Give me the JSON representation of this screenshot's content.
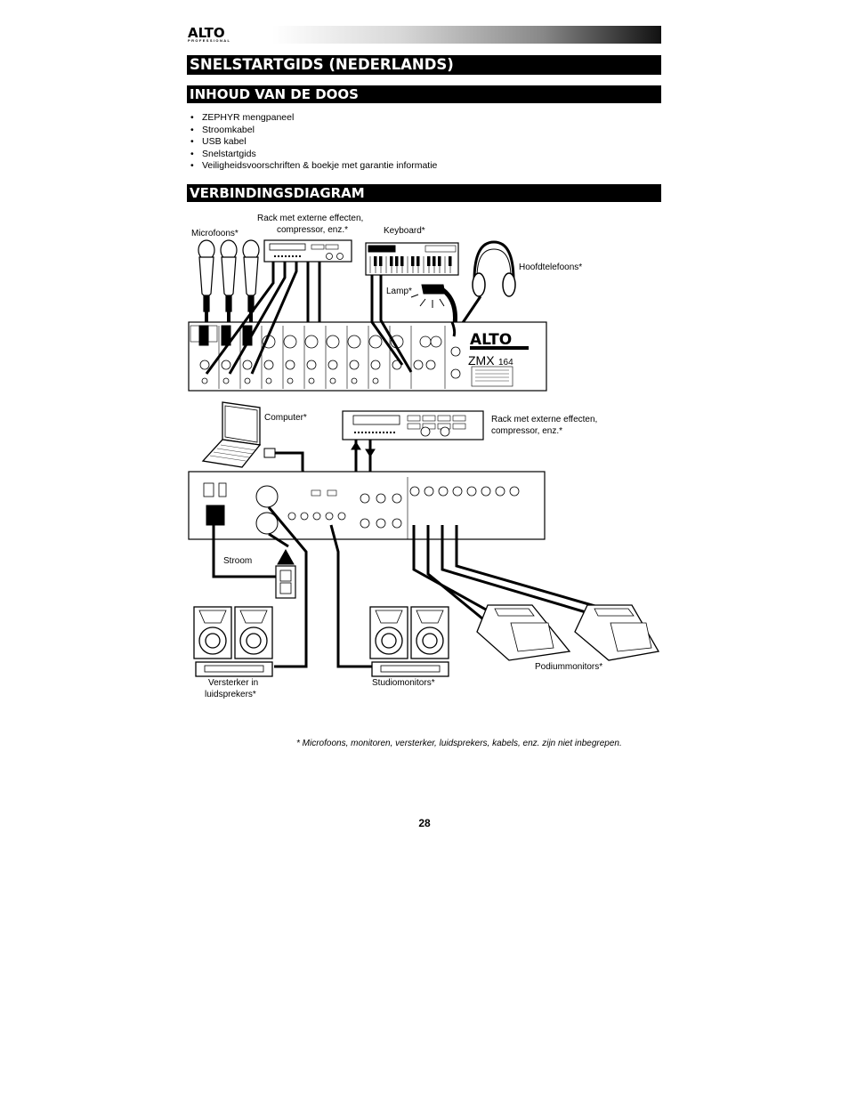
{
  "header": {
    "logo_text": "ALTO",
    "logo_sub": "PROFESSIONAL"
  },
  "sections": {
    "title": "SNELSTARTGIDS (NEDERLANDS)",
    "contents_heading": "INHOUD VAN DE DOOS",
    "diagram_heading": "VERBINDINGSDIAGRAM"
  },
  "box_contents": [
    "ZEPHYR mengpaneel",
    "Stroomkabel",
    "USB kabel",
    "Snelstartgids",
    "Veiligheidsvoorschriften & boekje met garantie informatie"
  ],
  "diagram": {
    "labels": {
      "microphones": "Microfoons*",
      "rack_top_line1": "Rack met externe effecten,",
      "rack_top_line2": "compressor, enz.*",
      "keyboard": "Keyboard*",
      "headphones": "Hoofdtelefoons*",
      "lamp": "Lamp*",
      "computer": "Computer*",
      "rack_bottom_line1": "Rack met externe effecten,",
      "rack_bottom_line2": "compressor, enz.*",
      "power": "Stroom",
      "amp_speakers_line1": "Versterker in",
      "amp_speakers_line2": "luidsprekers*",
      "studio_monitors": "Studiomonitors*",
      "stage_monitors": "Podiummonitors*"
    },
    "mixer_brand": "ALTO",
    "mixer_model": "ZMX",
    "mixer_model_number": "164"
  },
  "footnote": "* Microfoons, monitoren, versterker, luidsprekers, kabels, enz. zijn niet inbegrepen.",
  "page_number": "28"
}
